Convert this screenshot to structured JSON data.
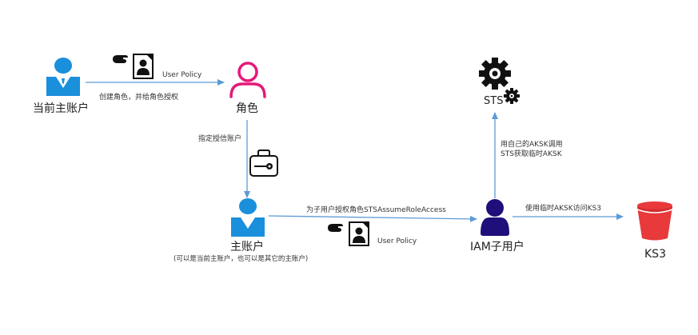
{
  "nodes": {
    "current_main_account": "当前主账户",
    "role": "角色",
    "main_account": "主账户",
    "main_account_note": "(可以是当前主账户，也可以是其它的主账户)",
    "sts": "STS",
    "iam_sub_user": "IAM子用户",
    "ks3": "KS3"
  },
  "edges": {
    "create_role": "创建角色，并给角色授权",
    "user_policy_top": "User Policy",
    "specify_trusted": "指定授信账户",
    "grant_sts": "为子用户授权角色STSAssumeRoleAccess",
    "user_policy_bottom": "User Policy",
    "call_sts_line1": "用自己的AKSK调用",
    "call_sts_line2": "STS获取临时AKSK",
    "access_ks3": "使用临时AKSK访问KS3"
  },
  "colors": {
    "arrow": "#5b9bd5",
    "account_blue": "#1a8fdc",
    "role_pink": "#e5197a",
    "iam_navy": "#1e0f7a",
    "bucket_red": "#e8393b"
  }
}
